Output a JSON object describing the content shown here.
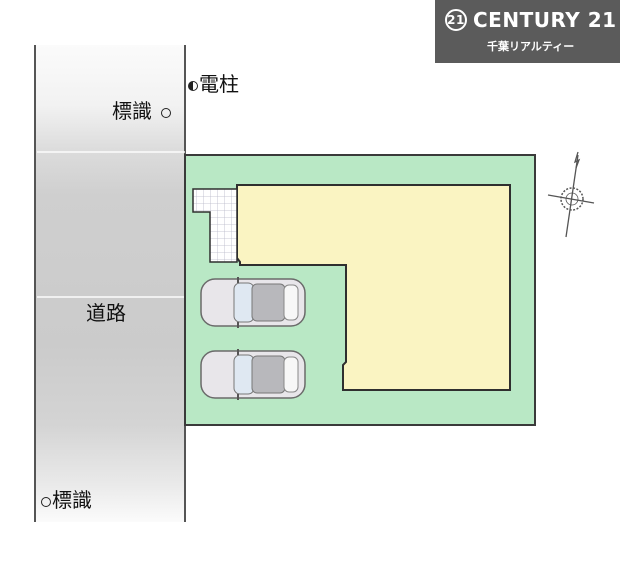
{
  "logo": {
    "badge": "21",
    "brand": "CENTURY 21",
    "subtitle": "千葉リアルティー",
    "background": "#5b5b5b"
  },
  "map": {
    "road_label": "道路",
    "labels": [
      {
        "text": "標識",
        "marker": "open-circle",
        "position": "top-left of lot"
      },
      {
        "text": "電柱",
        "marker": "half-filled-circle",
        "position": "top, right of road"
      },
      {
        "text": "標識",
        "marker": "open-circle",
        "position": "bottom-left of road"
      }
    ],
    "colors": {
      "lot": "#b9e8c5",
      "building": "#faf4c2",
      "road": "#cccccc",
      "outline": "#3a3a3a"
    },
    "parking_spaces": 2,
    "compass": "north-arrow"
  }
}
